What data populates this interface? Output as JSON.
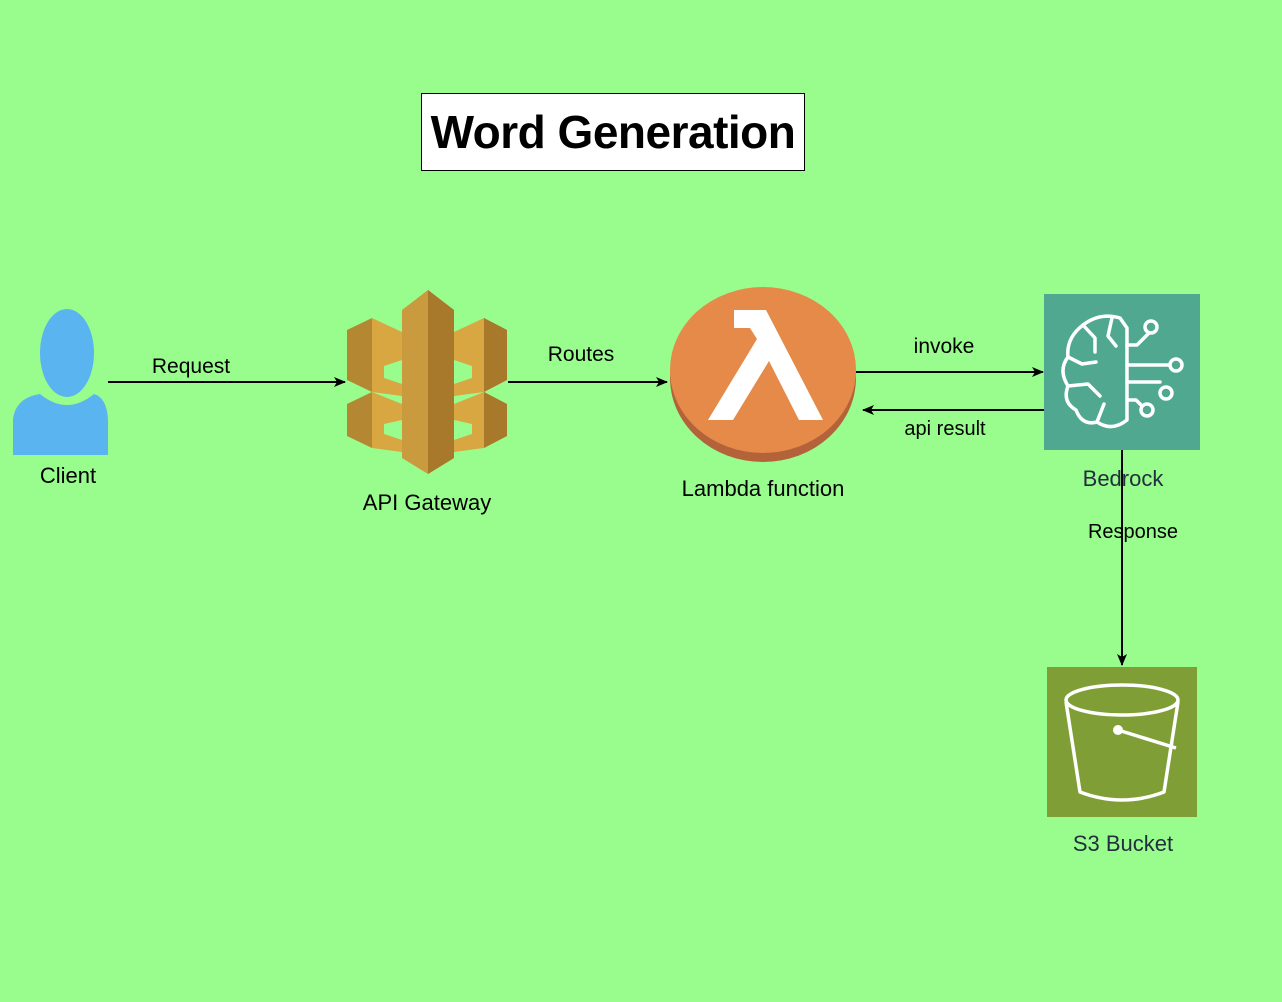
{
  "title": "Word Generation",
  "nodes": {
    "client": {
      "label": "Client",
      "icon": "user-icon",
      "color": "#5ab4f0"
    },
    "api_gateway": {
      "label": "API Gateway",
      "icon": "api-gateway-icon",
      "color": "#d9a741"
    },
    "lambda": {
      "label": "Lambda function",
      "icon": "lambda-icon",
      "color": "#e58a49"
    },
    "bedrock": {
      "label": "Bedrock",
      "icon": "bedrock-brain-icon",
      "color": "#4fa88f"
    },
    "s3": {
      "label": "S3 Bucket",
      "icon": "s3-bucket-icon",
      "color": "#7f9f36"
    }
  },
  "edges": {
    "request": "Request",
    "routes": "Routes",
    "invoke": "invoke",
    "api_result": "api result",
    "response": "Response"
  }
}
